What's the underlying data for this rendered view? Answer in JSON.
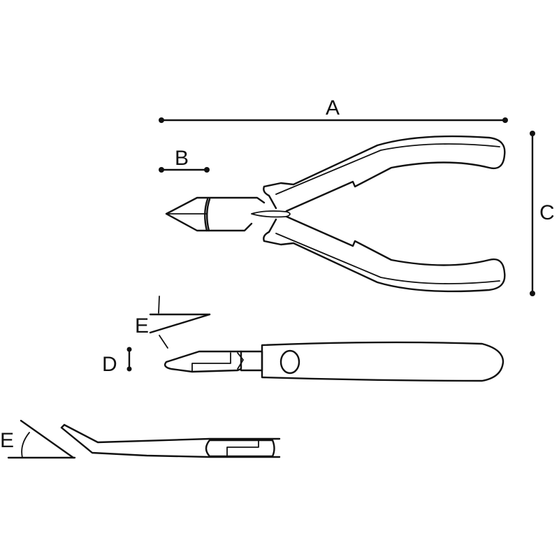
{
  "diagram": {
    "subject": "Side cutting pliers technical drawing",
    "views": [
      "top view",
      "side view",
      "bent-head side view"
    ],
    "dimensions": {
      "A": {
        "label": "A",
        "meaning": "overall length"
      },
      "B": {
        "label": "B",
        "meaning": "head length"
      },
      "C": {
        "label": "C",
        "meaning": "handle span"
      },
      "D": {
        "label": "D",
        "meaning": "head thickness"
      },
      "E1": {
        "label": "E",
        "meaning": "jaw bevel angle"
      },
      "E2": {
        "label": "E",
        "meaning": "head bend angle"
      }
    },
    "colors": {
      "line": "#111111",
      "background": "#ffffff"
    }
  }
}
